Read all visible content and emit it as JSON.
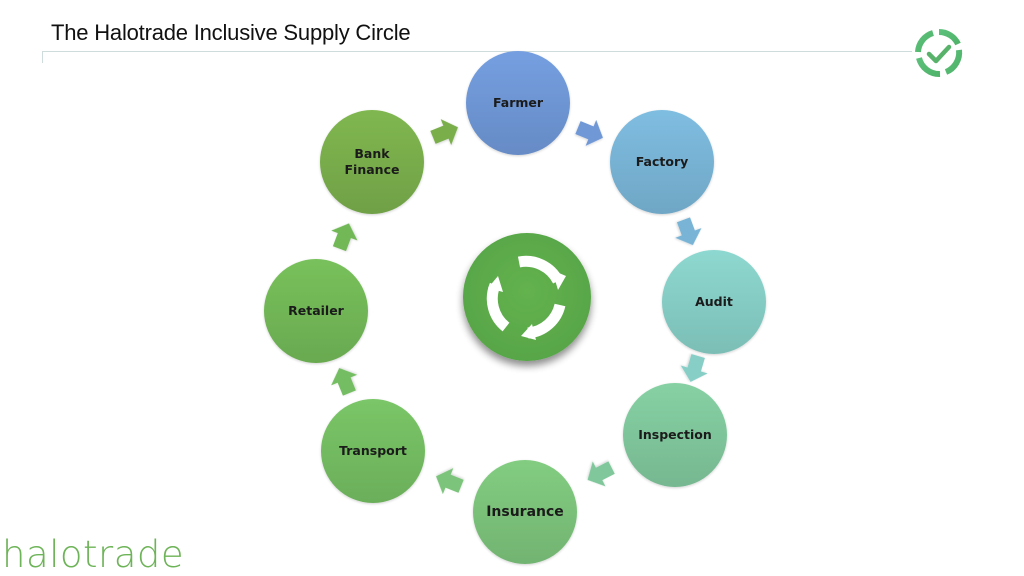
{
  "slide": {
    "title": "The Halotrade Inclusive Supply Circle",
    "brand_wordmark": "halotrade",
    "corner_icon": "check-cycle-icon",
    "center_icon": "refresh-cycle-icon"
  },
  "cycle": {
    "nodes": [
      {
        "id": "farmer",
        "lines": [
          "Farmer"
        ],
        "color": "#6f97d6"
      },
      {
        "id": "factory",
        "lines": [
          "Factory"
        ],
        "color": "#79b4d6"
      },
      {
        "id": "audit",
        "lines": [
          "Audit"
        ],
        "color": "#86cec6"
      },
      {
        "id": "inspection",
        "lines": [
          "Inspection"
        ],
        "color": "#80c79c"
      },
      {
        "id": "insurance",
        "lines": [
          "Insurance"
        ],
        "color": "#7cc37b"
      },
      {
        "id": "transport",
        "lines": [
          "Transport"
        ],
        "color": "#74bd62"
      },
      {
        "id": "retailer",
        "lines": [
          "Retailer"
        ],
        "color": "#72b857"
      },
      {
        "id": "bank-finance",
        "lines": [
          "Bank",
          "Finance"
        ],
        "color": "#7aae4c"
      }
    ],
    "flow_direction": "clockwise",
    "colors": {
      "center": "#5fae4c",
      "brand": "#6db357"
    }
  }
}
